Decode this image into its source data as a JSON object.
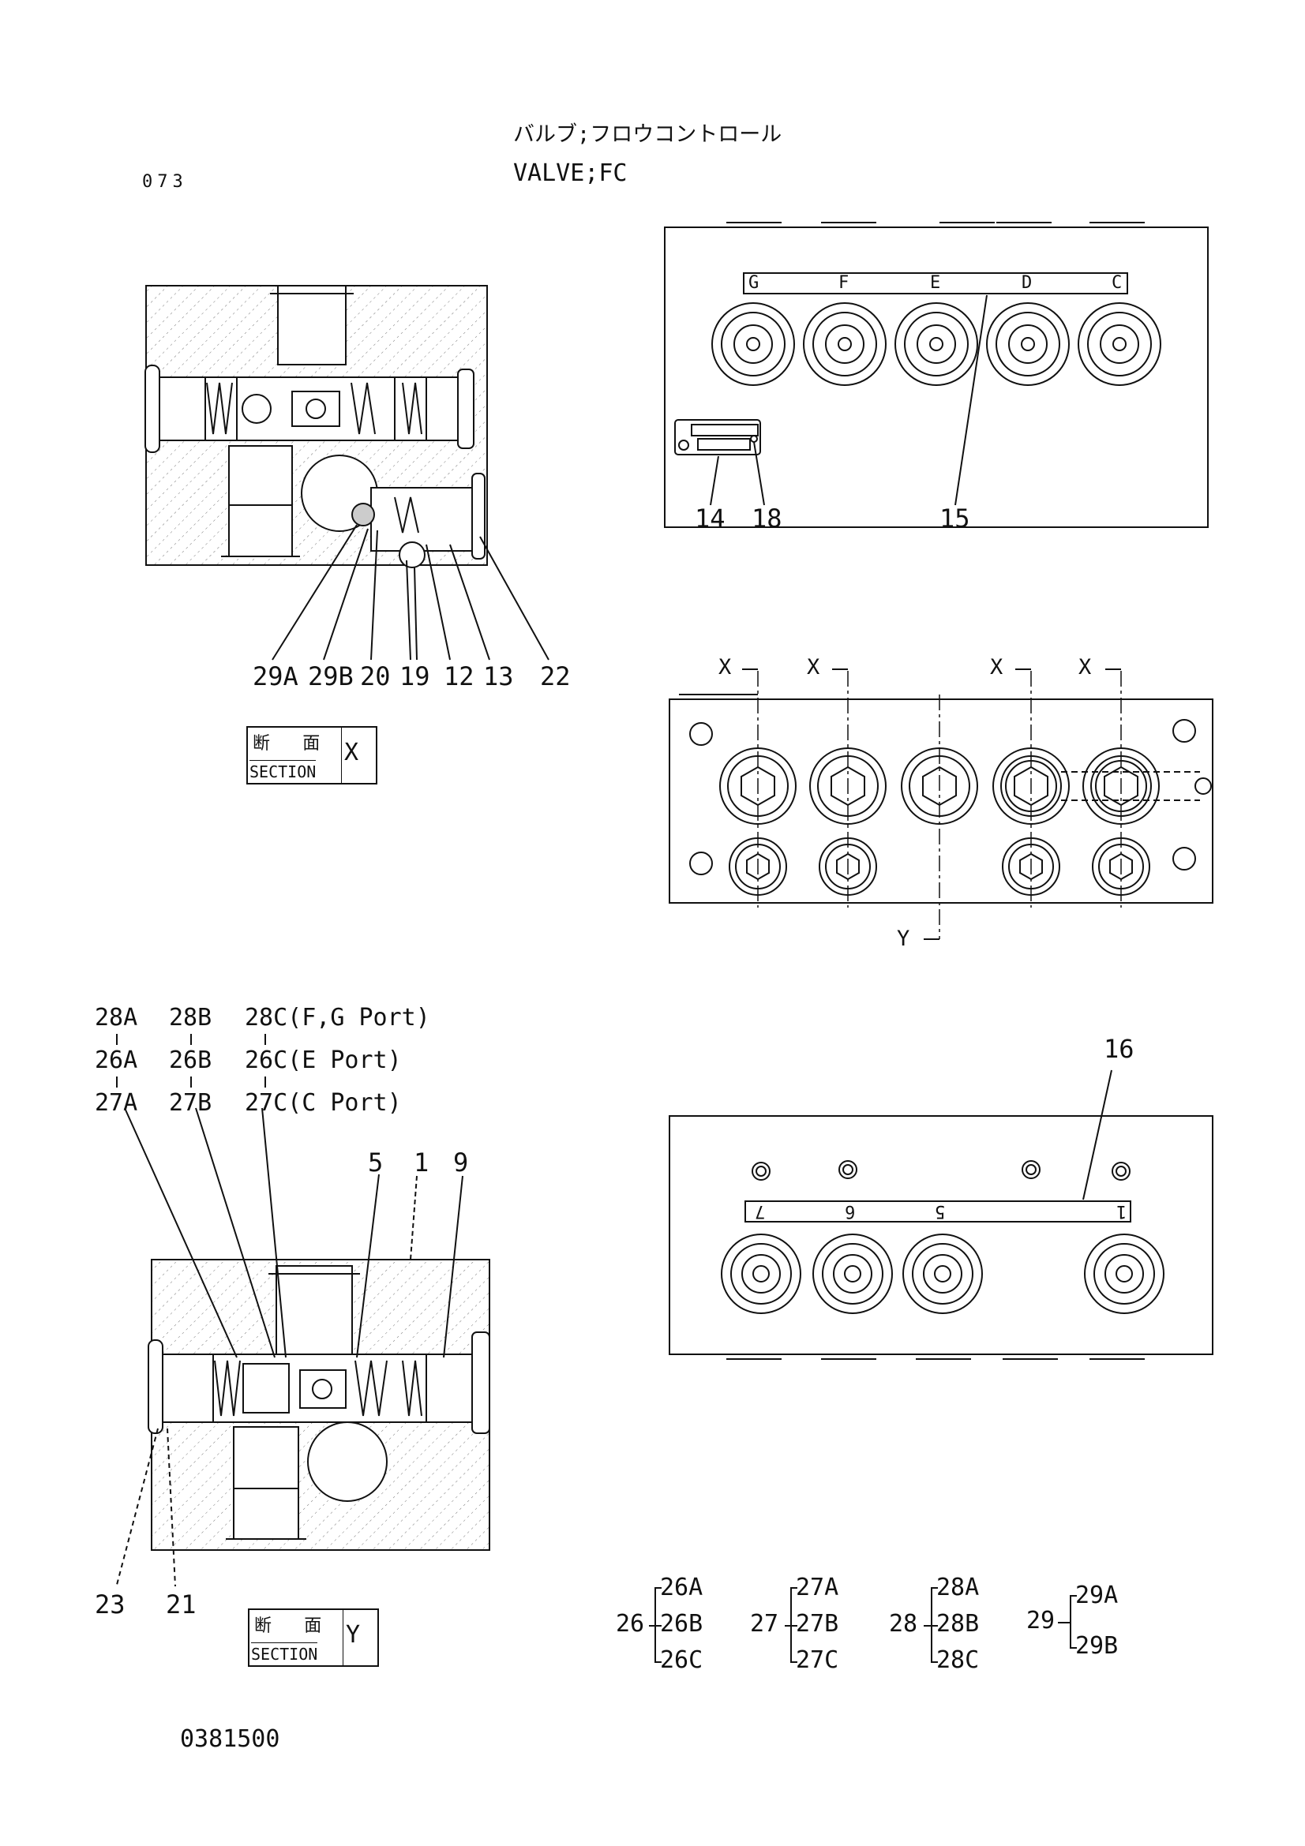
{
  "header": {
    "title_jp": "バルブ;フロウコントロール",
    "title_en": "VALVE;FC",
    "page_code": "073",
    "drawing_number": "0381500"
  },
  "top_view": {
    "port_labels": [
      "G",
      "F",
      "E",
      "D",
      "C"
    ],
    "callouts": [
      "14",
      "18",
      "15"
    ]
  },
  "middle_view": {
    "section_marks_top": [
      "X",
      "X",
      "X",
      "X"
    ],
    "section_mark_bottom": "Y"
  },
  "bottom_view": {
    "number_labels": [
      "7",
      "6",
      "5",
      "1"
    ],
    "callout": "16"
  },
  "section_x": {
    "kanji": "断 面",
    "word": "SECTION",
    "letter": "X",
    "callouts": [
      "29A",
      "29B",
      "20",
      "19",
      "12",
      "13",
      "22"
    ]
  },
  "section_y": {
    "kanji": "断 面",
    "word": "SECTION",
    "letter": "Y",
    "callouts_top_right": [
      "5",
      "1",
      "9"
    ],
    "callouts_bottom": [
      "23",
      "21"
    ],
    "column_a": [
      "28A",
      "26A",
      "27A"
    ],
    "column_b": [
      "28B",
      "26B",
      "27B"
    ],
    "column_c": [
      "28C(F,G Port)",
      "26C(E Port)",
      "27C(C Port)"
    ]
  },
  "legend": {
    "groups": [
      {
        "parent": "26",
        "children": [
          "26A",
          "26B",
          "26C"
        ]
      },
      {
        "parent": "27",
        "children": [
          "27A",
          "27B",
          "27C"
        ]
      },
      {
        "parent": "28",
        "children": [
          "28A",
          "28B",
          "28C"
        ]
      },
      {
        "parent": "29",
        "children": [
          "29A",
          "29B"
        ]
      }
    ]
  }
}
